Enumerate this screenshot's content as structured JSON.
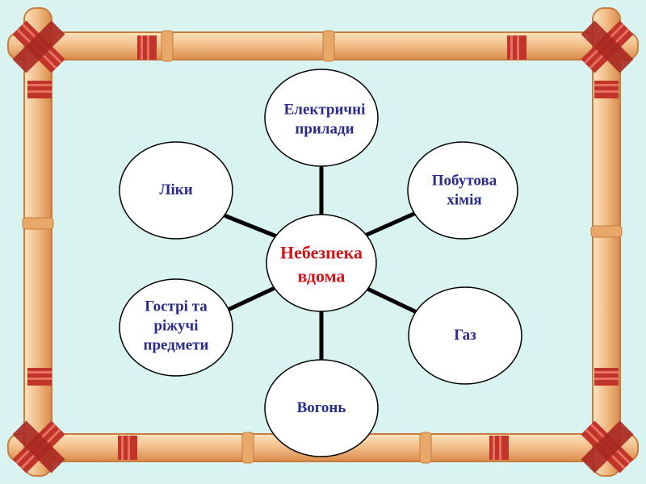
{
  "diagram": {
    "center_label": "Небезпека\nвдома",
    "nodes": [
      {
        "id": "electrical",
        "label": "Електричні\nприлади"
      },
      {
        "id": "chemicals",
        "label": "Побутова\nхімія"
      },
      {
        "id": "gas",
        "label": "Газ"
      },
      {
        "id": "fire",
        "label": "Вогонь"
      },
      {
        "id": "sharp",
        "label": "Гострі та\nріжучі\nпредмети"
      },
      {
        "id": "medicine",
        "label": "Ліки"
      }
    ]
  },
  "colors": {
    "background": "#d9f3f0",
    "bamboo": "#f3c08c",
    "bamboo_shadow": "#d98b4a",
    "binding": "#c0342a",
    "center_text": "#d4161b",
    "node_text": "#2b2b8c",
    "connector": "#000000"
  }
}
